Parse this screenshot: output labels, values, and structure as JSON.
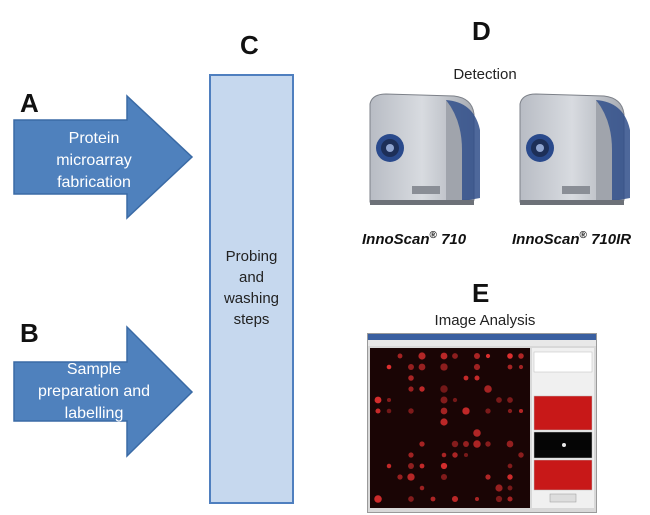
{
  "sections": {
    "a": {
      "letter": "A",
      "lines": [
        "Protein",
        "microarray",
        "fabrication"
      ]
    },
    "b": {
      "letter": "B",
      "lines": [
        "Sample",
        "preparation and",
        "labelling"
      ]
    },
    "c": {
      "letter": "C",
      "lines": [
        "Probing",
        "and",
        "washing",
        "steps"
      ]
    },
    "d": {
      "letter": "D",
      "label": "Detection",
      "devices": [
        {
          "name": "InnoScan",
          "model": "710",
          "reg": "®"
        },
        {
          "name": "InnoScan",
          "model": "710IR",
          "reg": "®"
        }
      ]
    },
    "e": {
      "letter": "E",
      "label": "Image Analysis"
    }
  },
  "colors": {
    "arrow_fill": "#4f81bd",
    "arrow_stroke": "#3a6aa5",
    "column_fill": "#c6d8ee",
    "column_stroke": "#4f7fbf",
    "scan_background": "#1a0505",
    "spot": "#e03030"
  }
}
